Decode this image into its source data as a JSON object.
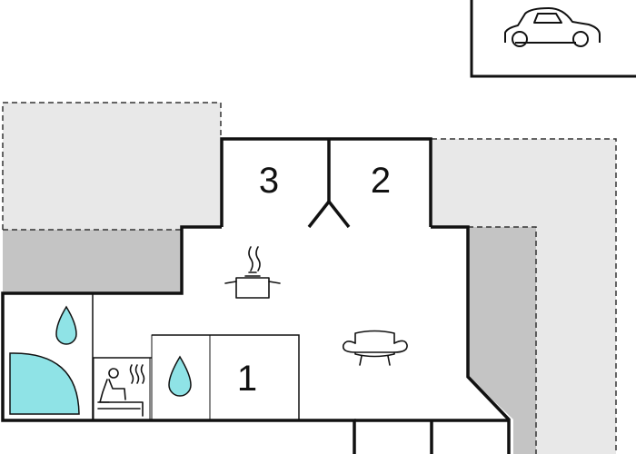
{
  "rooms": {
    "bedroom_1": {
      "label": "1"
    },
    "bedroom_2": {
      "label": "2"
    },
    "bedroom_3": {
      "label": "3"
    }
  },
  "icons": {
    "car": "car-icon",
    "kitchen": "cooking-pot-icon",
    "living": "sofa-icon",
    "sauna": "sauna-icon",
    "bathroom": "water-drop-icon",
    "pool": "pool-icon"
  },
  "colors": {
    "wall": "#111111",
    "terrace": "#e8e8e8",
    "covered_terrace": "#c4c4c4",
    "water": "#8fe3e6",
    "dashed_outline": "#333333"
  }
}
